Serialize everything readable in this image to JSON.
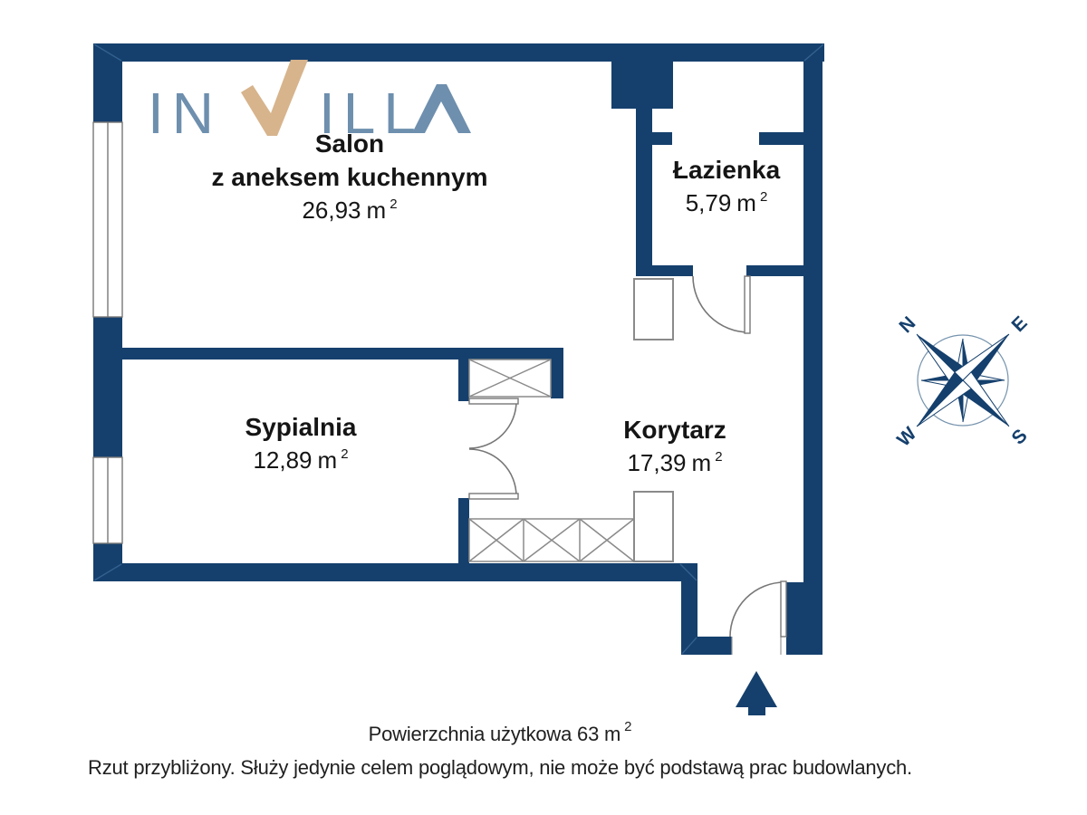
{
  "brand": {
    "name": "INVILLA",
    "segment_before_v": "IN",
    "accent_letter": "V",
    "segment_after_v": "ILL",
    "final_letter": "A"
  },
  "rooms": {
    "salon": {
      "name_line1": "Salon",
      "name_line2": "z aneksem kuchennym",
      "area_value": "26,93",
      "area_unit": "m",
      "area_exponent": "2"
    },
    "lazienka": {
      "name": "Łazienka",
      "area_value": "5,79",
      "area_unit": "m",
      "area_exponent": "2"
    },
    "sypialnia": {
      "name": "Sypialnia",
      "area_value": "12,89",
      "area_unit": "m",
      "area_exponent": "2"
    },
    "korytarz": {
      "name": "Korytarz",
      "area_value": "17,39",
      "area_unit": "m",
      "area_exponent": "2"
    }
  },
  "compass": {
    "north": "N",
    "east": "E",
    "south": "S",
    "west": "W"
  },
  "footer": {
    "total_area_label": "Powierzchnia użytkowa 63 m",
    "total_area_exponent": "2",
    "disclaimer": "Rzut przybliżony. Służy jedynie celem poglądowym, nie może być podstawą prac budowlanych."
  },
  "colors": {
    "wall_navy": "#15406d",
    "logo_blue": "#6e8fae",
    "logo_tan": "#d7b48c",
    "line_gray": "#777777",
    "furniture_gray": "#8a8a8a",
    "text_dark": "#1a1a1a"
  }
}
